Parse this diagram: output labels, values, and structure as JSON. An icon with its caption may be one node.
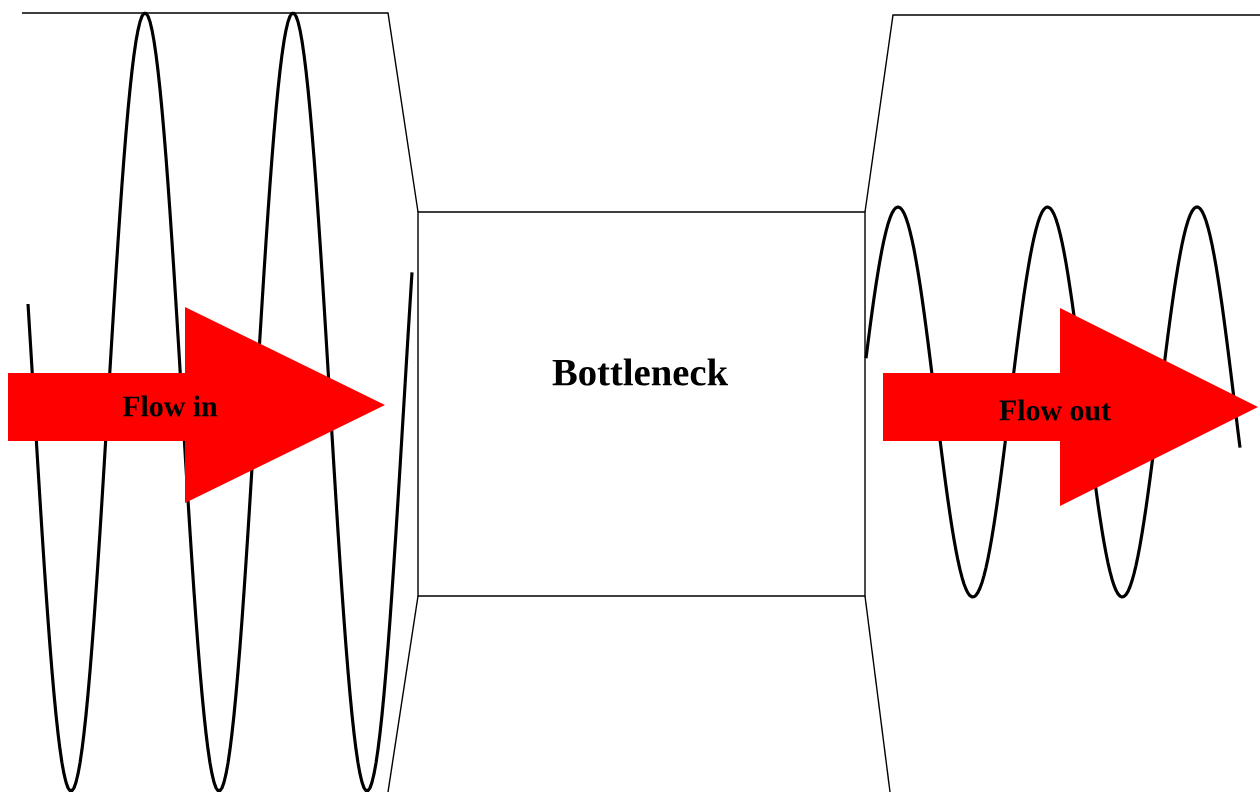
{
  "diagram": {
    "nodes": [
      {
        "text": [
          "Flow in"
        ]
      },
      {
        "text": [
          "Bottleneck"
        ]
      },
      {
        "text": [
          "Flow out"
        ]
      }
    ]
  }
}
